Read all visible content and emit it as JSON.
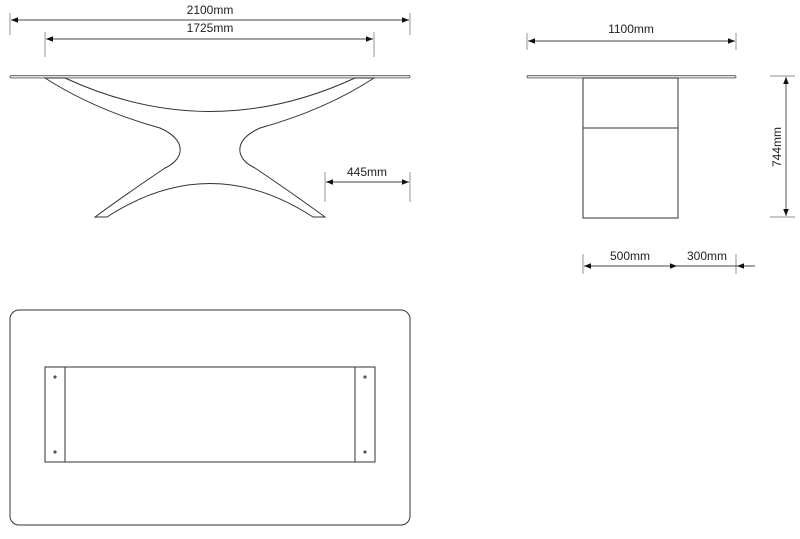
{
  "front_view": {
    "overall_length": "2100mm",
    "leg_span": "1725mm",
    "overhang": "445mm"
  },
  "side_view": {
    "width": "1100mm",
    "height": "744mm",
    "pedestal_depth": "500mm",
    "overhang": "300mm"
  },
  "colors": {
    "line": "#333333",
    "background": "#ffffff"
  }
}
